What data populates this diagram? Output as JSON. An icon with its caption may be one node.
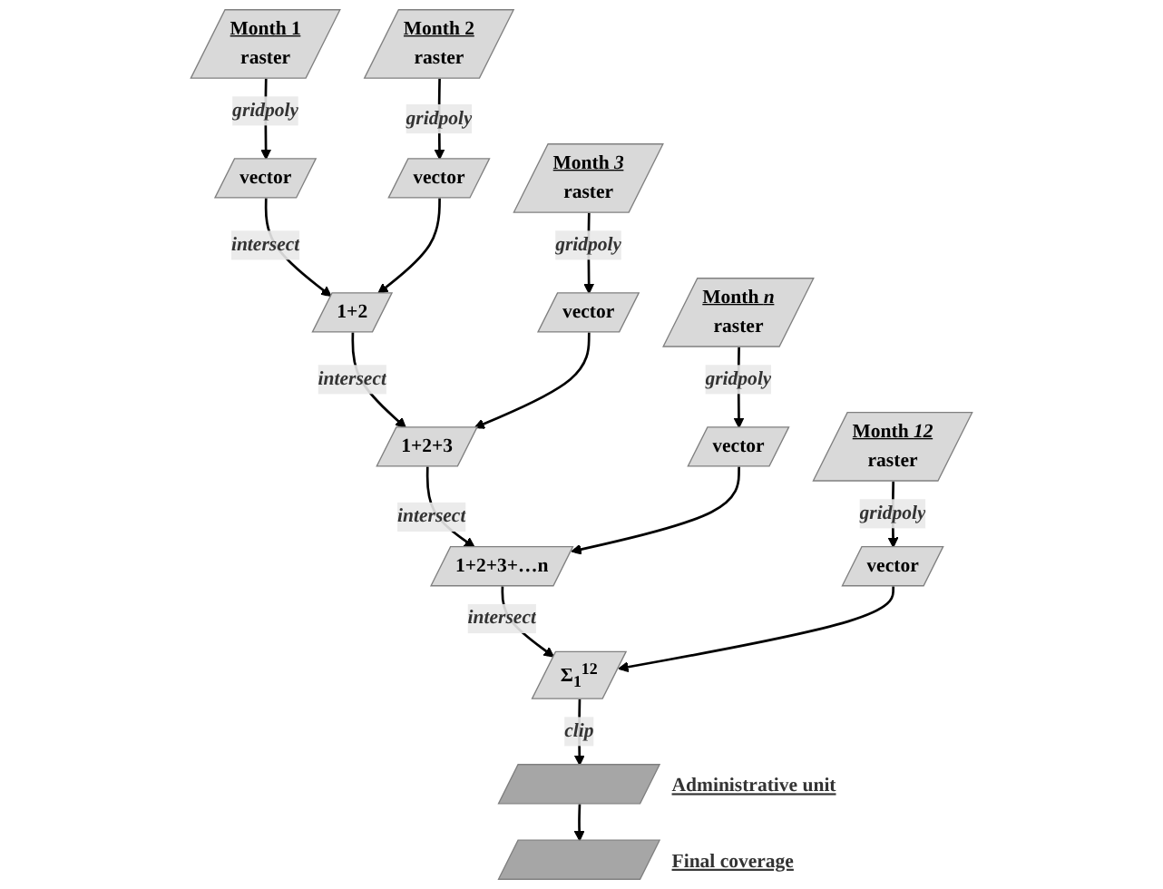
{
  "diagram": {
    "nodes": [
      {
        "text": [
          "Month 1",
          "raster"
        ]
      },
      {
        "text": [
          "vector"
        ]
      },
      {
        "text": [
          "Month 2",
          "raster"
        ]
      },
      {
        "text": [
          "vector"
        ]
      },
      {
        "text": [
          "1+2"
        ]
      },
      {
        "text": [
          "Month *3*",
          "raster"
        ]
      },
      {
        "text": [
          "vector"
        ]
      },
      {
        "text": [
          "1+2+3"
        ]
      },
      {
        "text": [
          "Month *n*",
          "raster"
        ]
      },
      {
        "text": [
          "vector"
        ]
      },
      {
        "text": [
          "1+2+3+…n"
        ]
      },
      {
        "text": [
          "Month *12*",
          "raster"
        ]
      },
      {
        "text": [
          "vector"
        ]
      },
      {
        "text": [
          "Σ$_{1}$$^{12}$"
        ]
      },
      {
        "text": [],
        "shape": "parallelogram",
        "beside": [
          "Administrative unit"
        ]
      },
      {
        "text": [],
        "shape": "parallelogram",
        "beside": [
          "Final coverage"
        ]
      }
    ],
    "edges": [
      {
        "from": 0,
        "to": 1,
        "arrow": "to",
        "label": "gridpoly"
      },
      {
        "from": 2,
        "to": 3,
        "arrow": "to",
        "label": "gridpoly"
      },
      {
        "from": 1,
        "to": 4,
        "arrow": "to",
        "label": "intersect"
      },
      {
        "from": 3,
        "to": 4,
        "arrow": "to"
      },
      {
        "from": 5,
        "to": 6,
        "arrow": "to",
        "label": "gridpoly"
      },
      {
        "from": 4,
        "to": 7,
        "arrow": "to",
        "label": "intersect"
      },
      {
        "from": 6,
        "to": 7,
        "arrow": "to"
      },
      {
        "from": 8,
        "to": 9,
        "arrow": "to",
        "label": "gridpoly"
      },
      {
        "from": 7,
        "to": 10,
        "arrow": "to",
        "label": "intersect"
      },
      {
        "from": 9,
        "to": 10,
        "arrow": "to"
      },
      {
        "from": 11,
        "to": 12,
        "arrow": "to",
        "label": "gridpoly"
      },
      {
        "from": 10,
        "to": 13,
        "arrow": "to",
        "label": "intersect"
      },
      {
        "from": 12,
        "to": 13,
        "arrow": "to"
      },
      {
        "from": 13,
        "to": 14,
        "arrow": "to",
        "label": "clip"
      },
      {
        "from": 14,
        "to": 15,
        "arrow": "to"
      }
    ]
  }
}
